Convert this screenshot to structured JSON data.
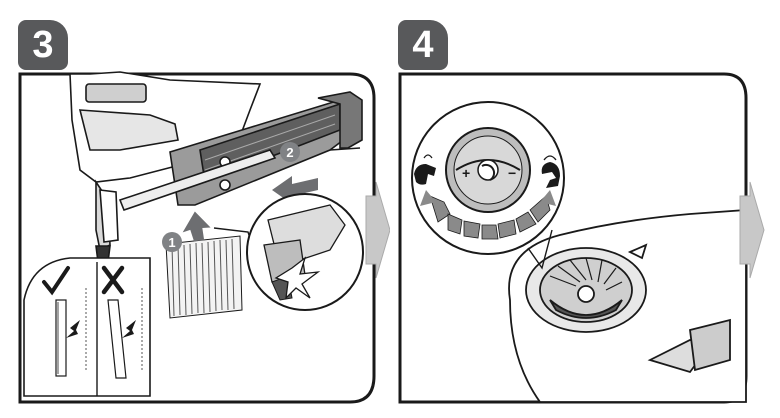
{
  "steps": [
    {
      "number": "3",
      "callouts": [
        "1",
        "2"
      ]
    },
    {
      "number": "4",
      "dial": {
        "plus": "+",
        "minus": "−"
      }
    }
  ],
  "colors": {
    "badge": "#58595b",
    "outline": "#1a1a1a",
    "arrow": "#6d6e71",
    "next": "#c8c8c8",
    "callout": "#808285"
  }
}
